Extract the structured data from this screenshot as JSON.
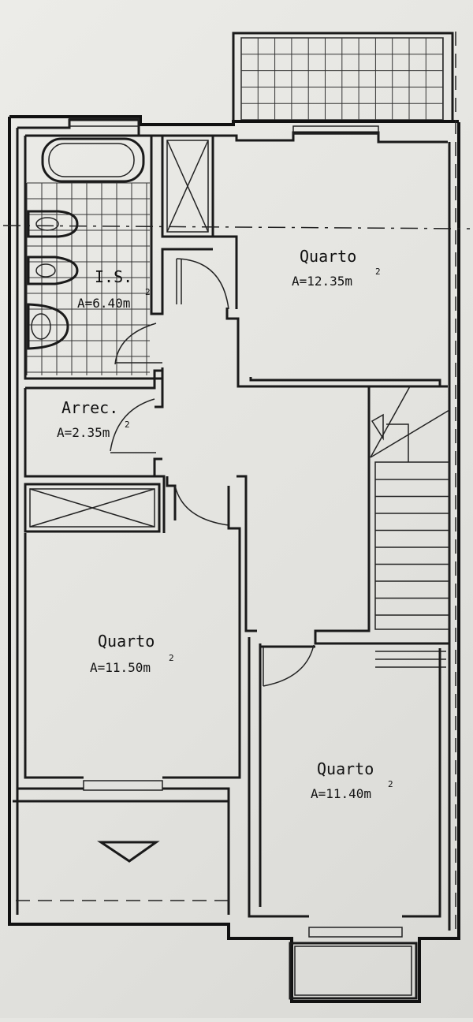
{
  "rooms": {
    "bath": {
      "name": "I.S.",
      "area": "A=6.40m",
      "unit_exp": "2"
    },
    "storage": {
      "name": "Arrec.",
      "area": "A=2.35m",
      "unit_exp": "2"
    },
    "bedroom_top": {
      "name": "Quarto",
      "area": "A=12.35m",
      "unit_exp": "2"
    },
    "bedroom_left": {
      "name": "Quarto",
      "area": "A=11.50m",
      "unit_exp": "2"
    },
    "bedroom_right": {
      "name": "Quarto",
      "area": "A=11.40m",
      "unit_exp": "2"
    }
  }
}
